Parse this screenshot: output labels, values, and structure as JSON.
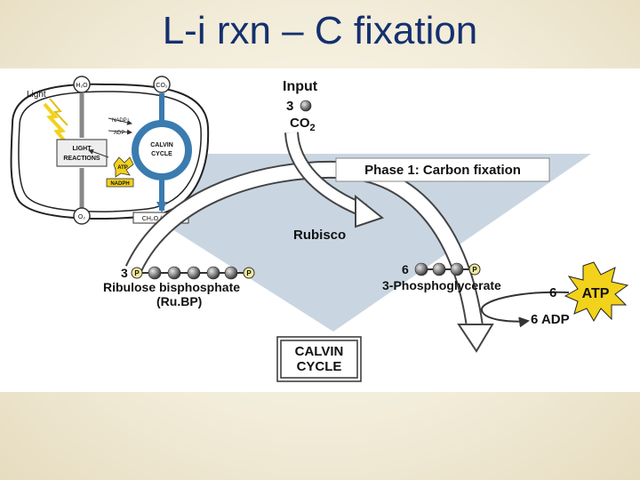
{
  "slide": {
    "title": "L-i rxn – C fixation"
  },
  "inset": {
    "light_label": "Light",
    "h2o_label": "H₂O",
    "co2_label": "CO₂",
    "nadp_label": "NADP⁺",
    "adp_label": "ADP",
    "light_reactions_line1": "LIGHT",
    "light_reactions_line2": "REACTIONS",
    "calvin_line1": "CALVIN",
    "calvin_line2": "CYCLE",
    "atp_label": "ATP",
    "nadph_label": "NADPH",
    "o2_label": "O₂",
    "sugar_label": "CH₂O (sugar)"
  },
  "diagram": {
    "input_label": "Input",
    "input_count": "3",
    "co2_text": "CO",
    "co2_sub": "2",
    "phase_label": "Phase 1: Carbon fixation",
    "enzyme_label": "Rubisco",
    "rubp_count": "3",
    "rubp_name": "Ribulose bisphosphate",
    "rubp_abbrev": "(Ru.BP)",
    "pga_count": "6",
    "pga_name": "3-Phosphoglycerate",
    "phosphate_symbol": "P",
    "atp_count": "6",
    "atp_label": "ATP",
    "adp_label": "6 ADP",
    "cycle_line1": "CALVIN",
    "cycle_line2": "CYCLE"
  },
  "colors": {
    "title": "#14306f",
    "phase_band": "#c9d6e2",
    "inset_cycle_blue": "#3a7bb0",
    "atp_burst": "#f2d21b",
    "phosphate_fill": "#f3ea9a"
  }
}
